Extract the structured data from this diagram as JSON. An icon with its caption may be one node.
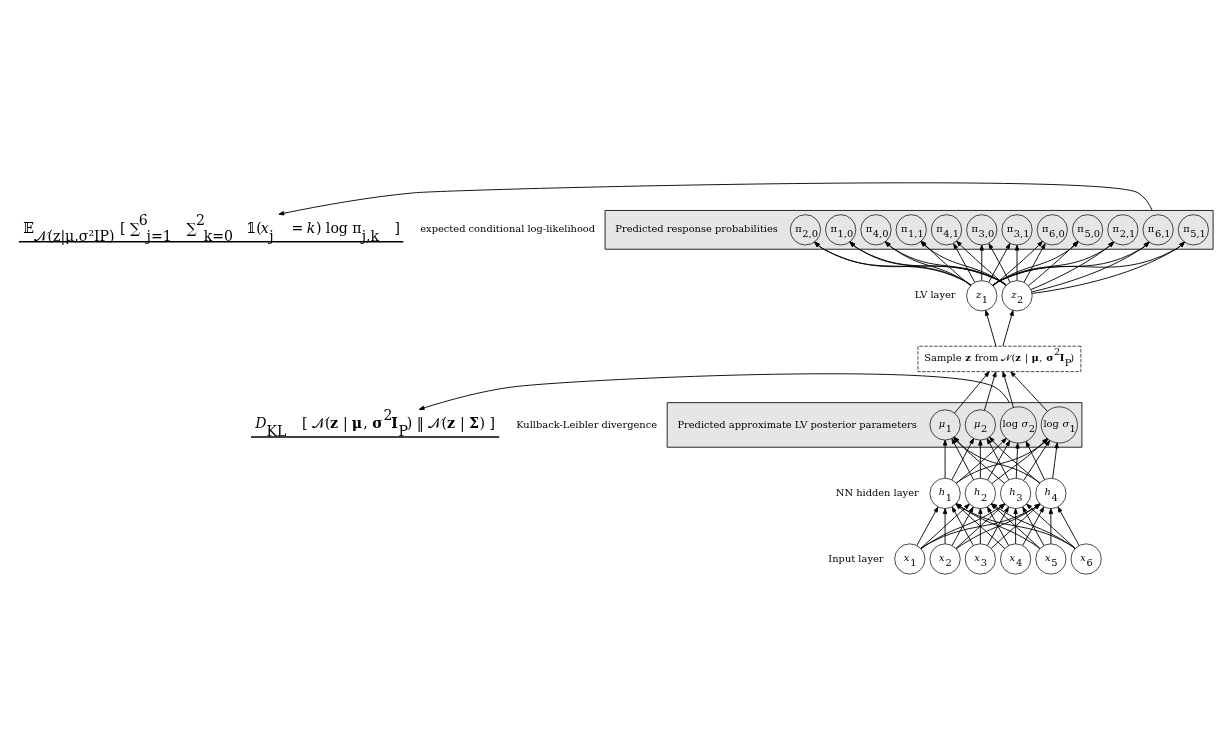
{
  "diagram": {
    "nodes": [
      {
        "text": [
          "Predicted response probabilities"
        ]
      },
      {
        "text": [
          "π$_{1,0}$"
        ],
        "in": 0
      },
      {
        "text": [
          "π$_{1,1}$"
        ],
        "in": 0
      },
      {
        "text": [
          "π$_{2,0}$"
        ],
        "in": 0
      },
      {
        "text": [
          "π$_{2,1}$"
        ],
        "in": 0
      },
      {
        "text": [
          "π$_{3,0}$"
        ],
        "in": 0
      },
      {
        "text": [
          "π$_{3,1}$"
        ],
        "in": 0
      },
      {
        "text": [
          "π$_{4,0}$"
        ],
        "in": 0
      },
      {
        "text": [
          "π$_{4,1}$"
        ],
        "in": 0
      },
      {
        "text": [
          "π$_{5,0}$"
        ],
        "in": 0
      },
      {
        "text": [
          "π$_{5,1}$"
        ],
        "in": 0
      },
      {
        "text": [
          "π$_{6,0}$"
        ],
        "in": 0
      },
      {
        "text": [
          "π$_{6,1}$"
        ],
        "in": 0
      },
      {
        "text": [
          "*z*$_{1}$"
        ]
      },
      {
        "text": [
          "*z*$_{2}$"
        ]
      },
      {
        "text": [
          "Sample **z** from 𝒩(**z** | **μ**, **σ**$^{2}$**I**$_{P}$)"
        ]
      },
      {
        "text": [
          "Predicted approximate LV posterior parameters"
        ]
      },
      {
        "text": [
          "*μ*$_{1}$"
        ],
        "in": 16
      },
      {
        "text": [
          "*μ*$_{2}$"
        ],
        "in": 16
      },
      {
        "text": [
          "log *σ*$_{1}$"
        ],
        "in": 16
      },
      {
        "text": [
          "log *σ*$_{2}$"
        ],
        "in": 16
      },
      {
        "text": [
          "*h*$_{1}$"
        ]
      },
      {
        "text": [
          "*h*$_{2}$"
        ]
      },
      {
        "text": [
          "*h*$_{3}$"
        ]
      },
      {
        "text": [
          "*h*$_{4}$"
        ]
      },
      {
        "text": [
          "*x*$_{1}$"
        ]
      },
      {
        "text": [
          "*x*$_{2}$"
        ]
      },
      {
        "text": [
          "*x*$_{3}$"
        ]
      },
      {
        "text": [
          "*x*$_{4}$"
        ]
      },
      {
        "text": [
          "*x*$_{5}$"
        ]
      },
      {
        "text": [
          "*x*$_{6}$"
        ]
      },
      {
        "text": [
          "𝔼$_{𝒩(z|μ,σ²IP)}$ [ ∑$^{6}$$_{j=1}$ ∑$^{2}$$_{k=0}$ 𝟙(*x*$_{j}$ = *k*) log π$_{j,k}$ ]"
        ],
        "beside": [
          "expected conditional log-likelihood"
        ]
      },
      {
        "text": [
          "*D*$_{KL}$ [ 𝒩(**z** | **μ**, **σ**$^{2}$**I**$_{P}$) ‖ 𝒩(**z** | **Σ**) ]"
        ],
        "beside": [
          "Kullback-Leibler divergence"
        ]
      }
    ],
    "edges": [
      {
        "from": 25,
        "to": 21,
        "arrow": "to"
      },
      {
        "from": 25,
        "to": 22,
        "arrow": "to"
      },
      {
        "from": 25,
        "to": 23,
        "arrow": "to"
      },
      {
        "from": 25,
        "to": 24,
        "arrow": "to"
      },
      {
        "from": 26,
        "to": 21,
        "arrow": "to"
      },
      {
        "from": 26,
        "to": 22,
        "arrow": "to"
      },
      {
        "from": 26,
        "to": 23,
        "arrow": "to"
      },
      {
        "from": 26,
        "to": 24,
        "arrow": "to"
      },
      {
        "from": 27,
        "to": 21,
        "arrow": "to"
      },
      {
        "from": 27,
        "to": 22,
        "arrow": "to"
      },
      {
        "from": 27,
        "to": 23,
        "arrow": "to"
      },
      {
        "from": 27,
        "to": 24,
        "arrow": "to"
      },
      {
        "from": 28,
        "to": 21,
        "arrow": "to"
      },
      {
        "from": 28,
        "to": 22,
        "arrow": "to"
      },
      {
        "from": 28,
        "to": 23,
        "arrow": "to"
      },
      {
        "from": 28,
        "to": 24,
        "arrow": "to"
      },
      {
        "from": 29,
        "to": 21,
        "arrow": "to"
      },
      {
        "from": 29,
        "to": 22,
        "arrow": "to"
      },
      {
        "from": 29,
        "to": 23,
        "arrow": "to"
      },
      {
        "from": 29,
        "to": 24,
        "arrow": "to"
      },
      {
        "from": 30,
        "to": 21,
        "arrow": "to"
      },
      {
        "from": 30,
        "to": 22,
        "arrow": "to"
      },
      {
        "from": 30,
        "to": 23,
        "arrow": "to"
      },
      {
        "from": 30,
        "to": 24,
        "arrow": "to"
      },
      {
        "from": 21,
        "to": 17,
        "arrow": "to"
      },
      {
        "from": 21,
        "to": 18,
        "arrow": "to"
      },
      {
        "from": 21,
        "to": 19,
        "arrow": "to"
      },
      {
        "from": 21,
        "to": 20,
        "arrow": "to"
      },
      {
        "from": 22,
        "to": 17,
        "arrow": "to"
      },
      {
        "from": 22,
        "to": 18,
        "arrow": "to"
      },
      {
        "from": 22,
        "to": 19,
        "arrow": "to"
      },
      {
        "from": 22,
        "to": 20,
        "arrow": "to"
      },
      {
        "from": 23,
        "to": 17,
        "arrow": "to"
      },
      {
        "from": 23,
        "to": 18,
        "arrow": "to"
      },
      {
        "from": 23,
        "to": 19,
        "arrow": "to"
      },
      {
        "from": 23,
        "to": 20,
        "arrow": "to"
      },
      {
        "from": 24,
        "to": 17,
        "arrow": "to"
      },
      {
        "from": 24,
        "to": 18,
        "arrow": "to"
      },
      {
        "from": 24,
        "to": 19,
        "arrow": "to"
      },
      {
        "from": 24,
        "to": 20,
        "arrow": "to"
      },
      {
        "from": 17,
        "to": 15,
        "arrow": "to"
      },
      {
        "from": 18,
        "to": 15,
        "arrow": "to"
      },
      {
        "from": 19,
        "to": 15,
        "arrow": "to"
      },
      {
        "from": 20,
        "to": 15,
        "arrow": "to"
      },
      {
        "from": 15,
        "to": 13,
        "arrow": "to"
      },
      {
        "from": 15,
        "to": 14,
        "arrow": "to"
      },
      {
        "from": 13,
        "to": 1,
        "arrow": "to"
      },
      {
        "from": 13,
        "to": 2,
        "arrow": "to"
      },
      {
        "from": 13,
        "to": 3,
        "arrow": "to"
      },
      {
        "from": 13,
        "to": 4,
        "arrow": "to"
      },
      {
        "from": 13,
        "to": 5,
        "arrow": "to"
      },
      {
        "from": 13,
        "to": 6,
        "arrow": "to"
      },
      {
        "from": 13,
        "to": 7,
        "arrow": "to"
      },
      {
        "from": 13,
        "to": 8,
        "arrow": "to"
      },
      {
        "from": 13,
        "to": 9,
        "arrow": "to"
      },
      {
        "from": 13,
        "to": 10,
        "arrow": "to"
      },
      {
        "from": 13,
        "to": 11,
        "arrow": "to"
      },
      {
        "from": 13,
        "to": 12,
        "arrow": "to"
      },
      {
        "from": 14,
        "to": 1,
        "arrow": "to"
      },
      {
        "from": 14,
        "to": 2,
        "arrow": "to"
      },
      {
        "from": 14,
        "to": 3,
        "arrow": "to"
      },
      {
        "from": 14,
        "to": 4,
        "arrow": "to"
      },
      {
        "from": 14,
        "to": 5,
        "arrow": "to"
      },
      {
        "from": 14,
        "to": 6,
        "arrow": "to"
      },
      {
        "from": 14,
        "to": 7,
        "arrow": "to"
      },
      {
        "from": 14,
        "to": 8,
        "arrow": "to"
      },
      {
        "from": 14,
        "to": 9,
        "arrow": "to"
      },
      {
        "from": 14,
        "to": 10,
        "arrow": "to"
      },
      {
        "from": 14,
        "to": 11,
        "arrow": "to"
      },
      {
        "from": 14,
        "to": 12,
        "arrow": "to"
      },
      {
        "from": 0,
        "to": 31,
        "arrow": "to"
      },
      {
        "from": 16,
        "to": 32,
        "arrow": "to"
      }
    ],
    "labels": [
      "LV layer",
      "NN hidden layer",
      "Input layer"
    ]
  }
}
